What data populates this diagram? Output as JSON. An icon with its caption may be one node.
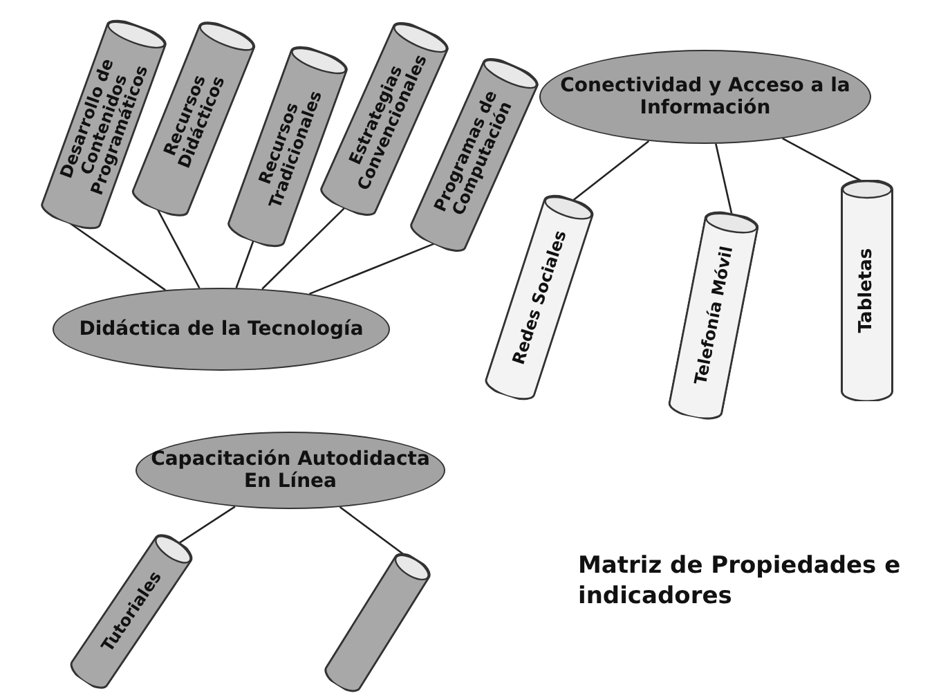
{
  "diagram": {
    "title": "Matriz de Propiedades e indicadores",
    "nodes": [
      {
        "text": [
          "Desarrollo de Contenidos Programáticos"
        ]
      },
      {
        "text": [
          "Recursos Didácticos"
        ]
      },
      {
        "text": [
          "Recursos Tradicionales"
        ]
      },
      {
        "text": [
          "Estrategias Convencionales"
        ]
      },
      {
        "text": [
          "Programas de Computación"
        ]
      },
      {
        "text": [
          "Conectividad y Acceso a la Información"
        ]
      },
      {
        "text": [
          "Didáctica de la Tecnología"
        ]
      },
      {
        "text": [
          "Redes Sociales"
        ]
      },
      {
        "text": [
          "Telefonía Móvil"
        ]
      },
      {
        "text": [
          "Tabletas"
        ]
      },
      {
        "text": [
          "Capacitación Autodidacta En Línea"
        ]
      },
      {
        "text": [
          "Tutoriales"
        ]
      },
      {
        "text": [],
        "shape": "cylinder"
      }
    ],
    "edges": [
      {
        "from": 6,
        "to": 0,
        "arrow": "none"
      },
      {
        "from": 6,
        "to": 1,
        "arrow": "none"
      },
      {
        "from": 6,
        "to": 2,
        "arrow": "none"
      },
      {
        "from": 6,
        "to": 3,
        "arrow": "none"
      },
      {
        "from": 6,
        "to": 4,
        "arrow": "none"
      },
      {
        "from": 5,
        "to": 7,
        "arrow": "none"
      },
      {
        "from": 5,
        "to": 8,
        "arrow": "none"
      },
      {
        "from": 5,
        "to": 9,
        "arrow": "none"
      },
      {
        "from": 10,
        "to": 11,
        "arrow": "none"
      },
      {
        "from": 10,
        "to": 12,
        "arrow": "none"
      }
    ]
  }
}
